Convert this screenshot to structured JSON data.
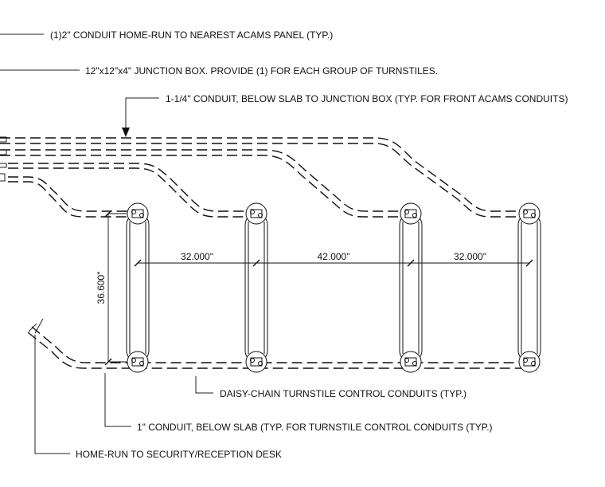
{
  "notes": {
    "home_run_acams": "(1)2\" CONDUIT HOME-RUN TO NEAREST ACAMS PANEL (TYP.)",
    "junction_box": "12\"x12\"x4\" JUNCTION BOX. PROVIDE (1) FOR EACH GROUP OF TURNSTILES.",
    "conduit_below_slab_front": "1-1/4\" CONDUIT, BELOW SLAB TO JUNCTION BOX (TYP. FOR FRONT ACAMS CONDUITS)",
    "daisy_chain": "DAISY-CHAIN TURNSTILE CONTROL CONDUITS (TYP.)",
    "conduit_below_slab_control": "1\" CONDUIT, BELOW SLAB (TYP. FOR TURNSTILE CONTROL CONDUITS (TYP.)",
    "home_run_security": "HOME-RUN TO SECURITY/RECEPTION DESK"
  },
  "dimensions": {
    "vertical": "36.600\"",
    "horizontal": [
      "32.000\"",
      "42.000\"",
      "32.000\""
    ]
  },
  "turnstile_count": 4
}
